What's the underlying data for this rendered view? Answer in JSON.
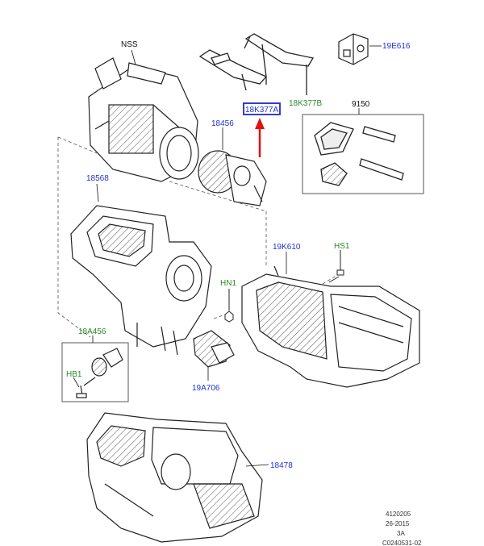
{
  "labels": {
    "nss": "NSS",
    "p18K377A": "18K377A",
    "p18K377B": "18K377B",
    "p19E616": "19E616",
    "p9150": "9150",
    "p18456": "18456",
    "p18568": "18568",
    "p19K610": "19K610",
    "hs1": "HS1",
    "hn1": "HN1",
    "p18A456": "18A456",
    "hb1": "HB1",
    "p19A706": "19A706",
    "p18478": "18478"
  },
  "footer": {
    "line1": "4120205",
    "line2": "26-2015",
    "line3": "3A",
    "line4": "C0240531-02"
  },
  "colors": {
    "part_number_blue": "#2233cc",
    "fastener_green": "#2a8a2a",
    "highlight_arrow_red": "#e01010",
    "highlight_box_blue": "#1a2acc"
  }
}
